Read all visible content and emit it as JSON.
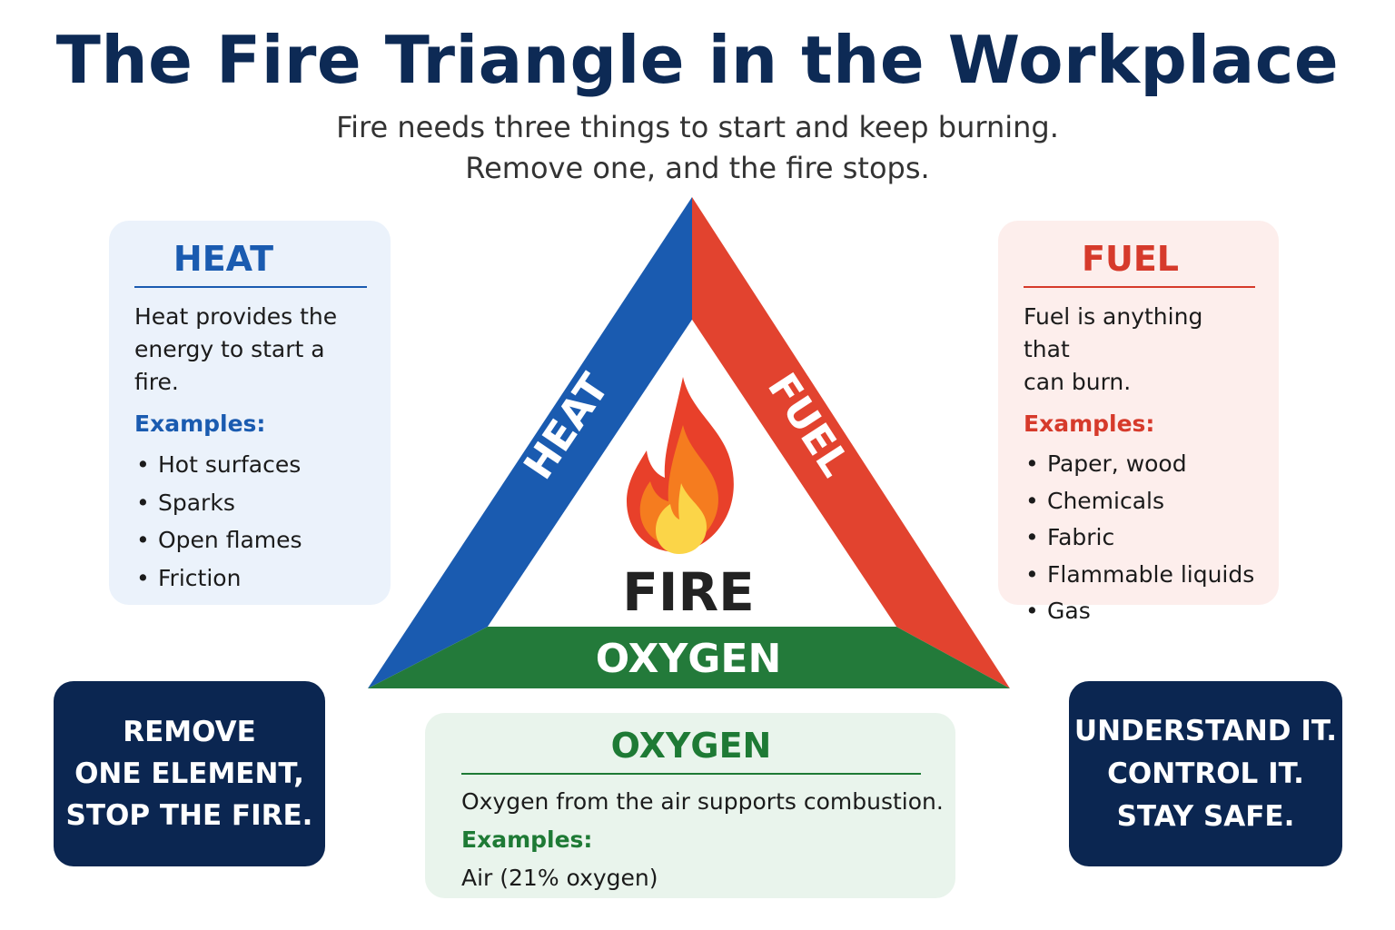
{
  "title": "The Fire Triangle in the Workplace",
  "subtitle": {
    "line1": "Fire needs three things to start and keep burning.",
    "line2": "Remove one, and the fire stops."
  },
  "colors": {
    "heat": "#1a5bb0",
    "fuel": "#e2432f",
    "oxygen": "#237a3a",
    "navy": "#0b2651"
  },
  "triangle": {
    "heat_side": "HEAT",
    "fuel_side": "FUEL",
    "oxygen_side": "OXYGEN",
    "center": "FIRE",
    "center_icon": "flame-icon"
  },
  "heat": {
    "heading": "HEAT",
    "description": "Heat provides the energy to start a fire.",
    "desc_line1": "Heat provides the",
    "desc_line2": "energy to start a fire.",
    "examples_label": "Examples:",
    "examples": [
      "Hot surfaces",
      "Sparks",
      "Open flames",
      "Friction"
    ]
  },
  "fuel": {
    "heading": "FUEL",
    "desc_line1": "Fuel is anything that",
    "desc_line2": "can burn.",
    "examples_label": "Examples:",
    "examples": [
      "Paper, wood",
      "Chemicals",
      "Fabric",
      "Flammable liquids",
      "Gas"
    ]
  },
  "oxygen": {
    "heading": "OXYGEN",
    "description": "Oxygen from the air supports combustion.",
    "examples_label": "Examples:",
    "example": "Air (21% oxygen)"
  },
  "remove_box": {
    "line1": "REMOVE",
    "line2": "ONE ELEMENT,",
    "line3": "STOP THE FIRE."
  },
  "understand_box": {
    "line1": "UNDERSTAND IT.",
    "line2": "CONTROL IT.",
    "line3": "STAY SAFE."
  }
}
